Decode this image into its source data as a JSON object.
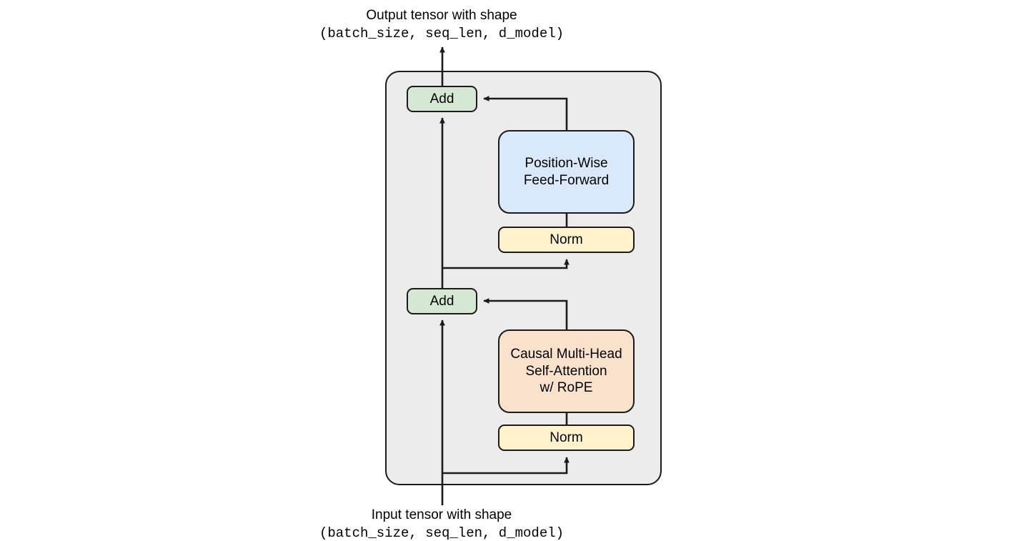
{
  "diagram": {
    "title_semantic": "transformer-decoder-block",
    "io": {
      "output": {
        "line1": "Output tensor with shape",
        "line2": "(batch_size, seq_len, d_model)"
      },
      "input": {
        "line1": "Input tensor with shape",
        "line2": "(batch_size, seq_len, d_model)"
      }
    },
    "nodes": {
      "outer_block": {
        "label": ""
      },
      "add_top": {
        "label": "Add"
      },
      "add_bottom": {
        "label": "Add"
      },
      "ffn": {
        "line1": "Position-Wise",
        "line2": "Feed-Forward"
      },
      "attention": {
        "line1": "Causal Multi-Head",
        "line2": "Self-Attention",
        "line3": "w/ RoPE"
      },
      "norm_top": {
        "label": "Norm"
      },
      "norm_bottom": {
        "label": "Norm"
      }
    },
    "colors": {
      "background": "#ffffff",
      "outer_block_fill": "#ececec",
      "add_fill": "#d5e8d4",
      "ffn_fill": "#dae8fc",
      "attention_fill": "#fae1cb",
      "norm_fill": "#fff2cc",
      "stroke": "#1b1b1b",
      "text": "#000000"
    },
    "edges": [
      {
        "name": "input-to-split-bottom",
        "from": "input-tensor",
        "to": "residual-split-bottom"
      },
      {
        "name": "split-bottom-to-norm-bottom",
        "from": "residual-split-bottom",
        "to": "norm_bottom"
      },
      {
        "name": "norm-bottom-to-attention",
        "from": "norm_bottom",
        "to": "attention"
      },
      {
        "name": "attention-to-add-bottom",
        "from": "attention",
        "to": "add_bottom"
      },
      {
        "name": "residual-to-add-bottom",
        "from": "residual-split-bottom",
        "to": "add_bottom"
      },
      {
        "name": "add-bottom-to-split-top",
        "from": "add_bottom",
        "to": "residual-split-top"
      },
      {
        "name": "split-top-to-norm-top",
        "from": "residual-split-top",
        "to": "norm_top"
      },
      {
        "name": "norm-top-to-ffn",
        "from": "norm_top",
        "to": "ffn"
      },
      {
        "name": "ffn-to-add-top",
        "from": "ffn",
        "to": "add_top"
      },
      {
        "name": "residual-to-add-top",
        "from": "residual-split-top",
        "to": "add_top"
      },
      {
        "name": "add-top-to-output",
        "from": "add_top",
        "to": "output-tensor"
      }
    ]
  }
}
